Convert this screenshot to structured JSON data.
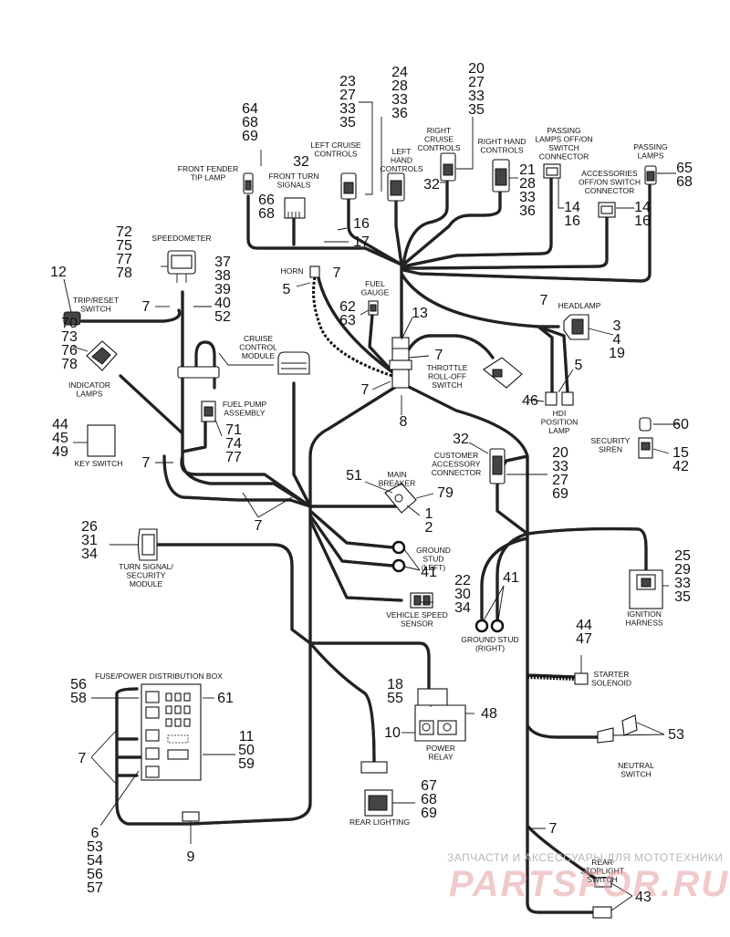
{
  "components": {
    "front_fender_tip_lamp": "FRONT FENDER TIP LAMP",
    "front_turn_signals": "FRONT TURN SIGNALS",
    "left_cruise_controls": "LEFT CRUISE CONTROLS",
    "left_hand_controls": "LEFT HAND CONTROLS",
    "right_cruise_controls": "RIGHT CRUISE CONTROLS",
    "right_hand_controls": "RIGHT HAND CONTROLS",
    "passing_lamps_switch": "PASSING LAMPS OFF/ON SWITCH CONNECTOR",
    "accessories_switch": "ACCESSORIES OFF/ON SWITCH CONNECTOR",
    "passing_lamps": "PASSING LAMPS",
    "speedometer": "SPEEDOMETER",
    "trip_reset_switch": "TRIP/RESET SWITCH",
    "horn": "HORN",
    "fuel_gauge": "FUEL GAUGE",
    "headlamp": "HEADLAMP",
    "indicator_lamps": "INDICATOR LAMPS",
    "cruise_control_module": "CRUISE CONTROL MODULE",
    "throttle_roll_off_switch": "THROTTLE ROLL-OFF SWITCH",
    "fuel_pump_assembly": "FUEL PUMP ASSEMBLY",
    "hdi_position_lamp": "HDI POSITION LAMP",
    "key_switch": "KEY SWITCH",
    "security_siren": "SECURITY SIREN",
    "customer_accessory_connector": "CUSTOMER ACCESSORY CONNECTOR",
    "main_breaker": "MAIN BREAKER",
    "turn_signal_security_module": "TURN SIGNAL/ SECURITY MODULE",
    "ground_stud_left": "GROUND STUD (LEFT)",
    "vehicle_speed_sensor": "VEHICLE SPEED SENSOR",
    "ground_stud_right": "GROUND STUD (RIGHT)",
    "ignition_harness": "IGNITION HARNESS",
    "starter_solenoid": "STARTER SOLENOID",
    "fuse_box": "FUSE/POWER DISTRIBUTION BOX",
    "power_relay": "POWER RELAY",
    "neutral_switch": "NEUTRAL SWITCH",
    "rear_lighting": "REAR LIGHTING",
    "rear_stoplight_switch": "REAR STOPLIGHT SWITCH"
  },
  "callouts": {
    "c64": "64\n68\n69",
    "c23": "23\n27\n33\n35",
    "c24": "24\n28\n33\n36",
    "c20t": "20\n27\n33\n35",
    "c32a": "32",
    "c32b": "32",
    "c21": "21\n28\n33\n36",
    "c65": "65\n68",
    "c14a": "14\n16",
    "c14b": "14\n16",
    "c66": "66\n68",
    "c16": "16",
    "c17": "17",
    "c72": "72\n75\n77\n78",
    "c12": "12",
    "c37": "37\n38\n39\n40\n52",
    "c7a": "7",
    "c5a": "5",
    "c7b": "7",
    "c62": "62\n63",
    "c13": "13",
    "c7c": "7",
    "c3": "3\n4\n19",
    "c70": "70\n73\n76\n78",
    "c7d": "7",
    "c7e": "7",
    "c5b": "5",
    "c46": "46",
    "c8": "8",
    "c71": "71\n74\n77",
    "c44a": "44\n45\n49",
    "c7f": "7",
    "c32c": "32",
    "c60": "60",
    "c15": "15\n42",
    "c20b": "20\n33\n27\n69",
    "c51": "51",
    "c79": "79",
    "c1": "1\n2",
    "c7g": "7",
    "c26": "26\n31\n34",
    "c41a": "41",
    "c41b": "41",
    "c25": "25\n29\n33\n35",
    "c22": "22\n30\n34",
    "c44b": "44\n47",
    "c56": "56\n58",
    "c61": "61",
    "c18": "18\n55",
    "c48": "48",
    "c10": "10",
    "c53r": "53",
    "c7h": "7",
    "c11": "11\n50\n59",
    "c67": "67\n68\n69",
    "c6": "6\n53\n54\n56\n57",
    "c9": "9",
    "c7i": "7",
    "c43": "43"
  },
  "watermark": {
    "line1": "ЗАПЧАСТИ И АКСЕССУАРЫ ДЛЯ МОТОТЕХНИКИ",
    "line2": "PARTSFOR.RU"
  }
}
